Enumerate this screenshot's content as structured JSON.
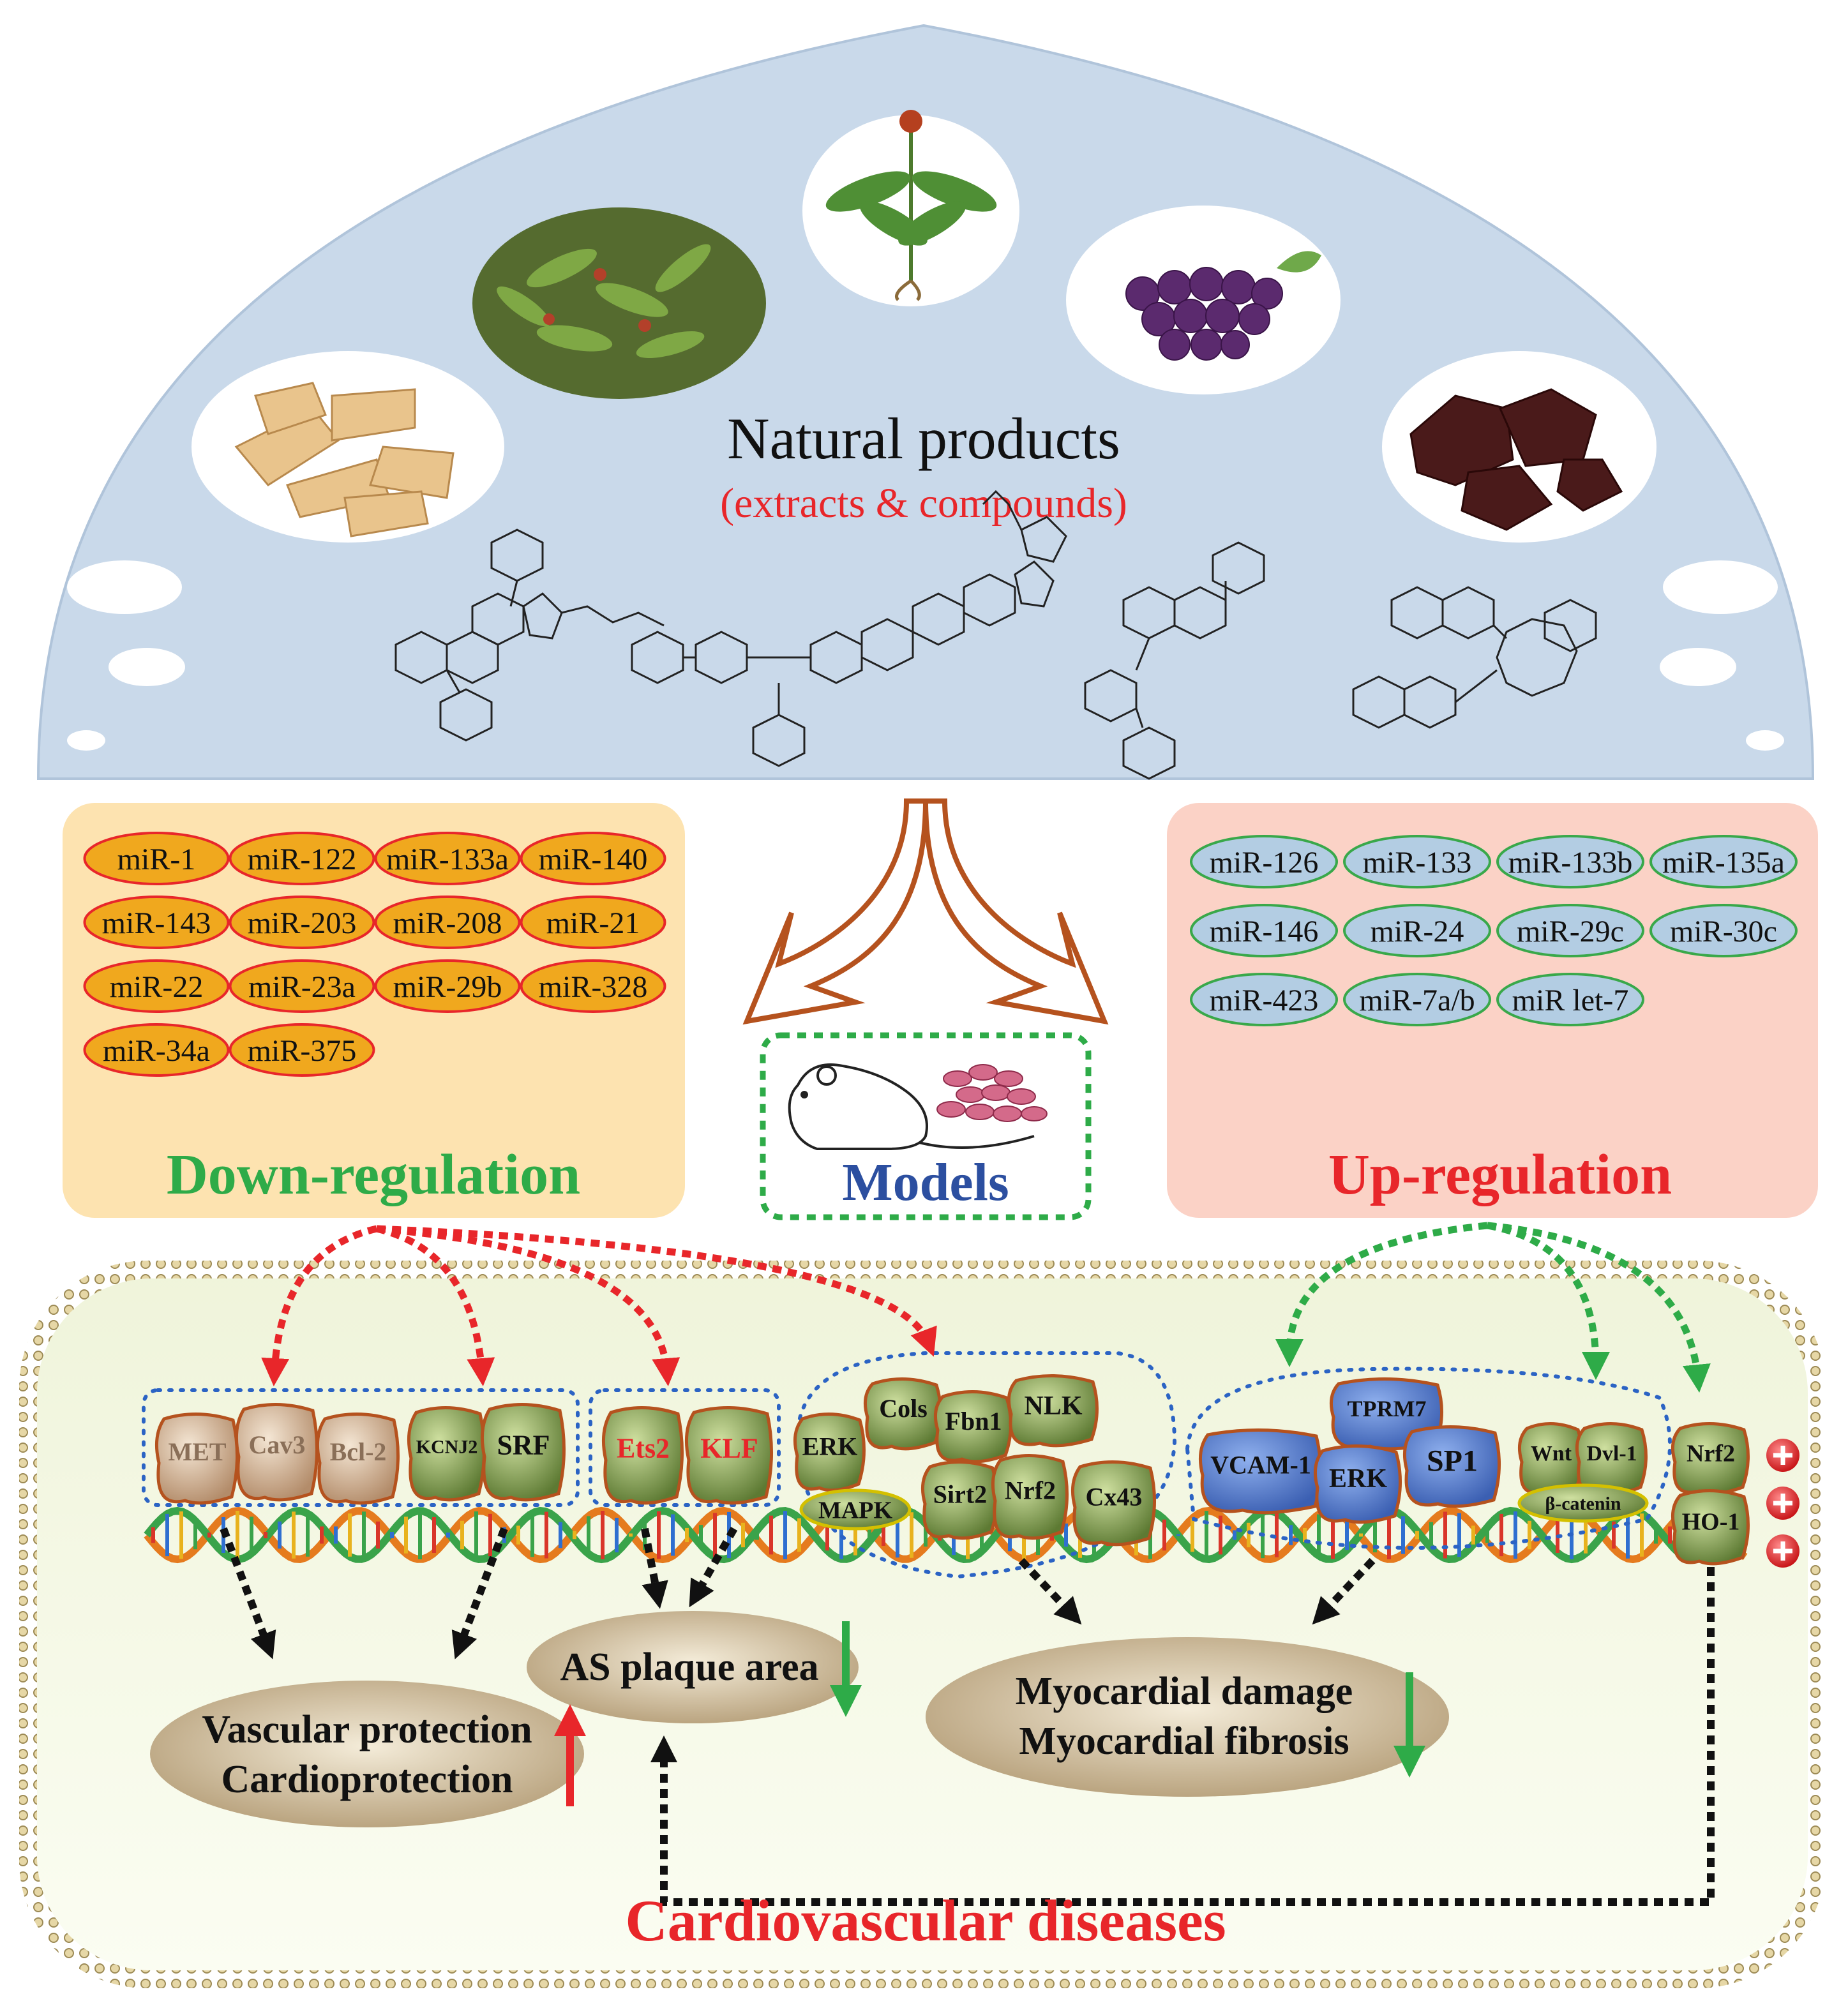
{
  "header": {
    "title": "Natural products",
    "subtitle": "(extracts & compounds)"
  },
  "down_regulation": {
    "label": "Down-regulation",
    "mirnas": [
      "miR-1",
      "miR-122",
      "miR-133a",
      "miR-140",
      "miR-143",
      "miR-203",
      "miR-208",
      "miR-21",
      "miR-22",
      "miR-23a",
      "miR-29b",
      "miR-328",
      "miR-34a",
      "miR-375"
    ]
  },
  "up_regulation": {
    "label": "Up-regulation",
    "mirnas": [
      "miR-126",
      "miR-133",
      "miR-133b",
      "miR-135a",
      "miR-146",
      "miR-24",
      "miR-29c",
      "miR-30c",
      "miR-423",
      "miR-7a/b",
      "miR let-7"
    ]
  },
  "models": {
    "label": "Models"
  },
  "targets": {
    "group1": [
      "MET",
      "Cav3",
      "Bcl-2",
      "KCNJ2",
      "SRF"
    ],
    "group2": [
      "Ets2",
      "KLF"
    ],
    "group3": [
      "ERK",
      "Cols",
      "Fbn1",
      "NLK",
      "MAPK",
      "Sirt2",
      "Nrf2",
      "Cx43"
    ],
    "group4": [
      "VCAM-1",
      "TPRM7",
      "ERK",
      "SP1"
    ],
    "group5": [
      "Wnt",
      "Dvl-1",
      "β-catenin"
    ],
    "group6": [
      "Nrf2",
      "HO-1"
    ]
  },
  "outcomes": {
    "vascular": [
      "Vascular protection",
      "Cardioprotection"
    ],
    "plaque": "AS plaque area",
    "myocardial": [
      "Myocardial damage",
      "Myocardial fibrosis"
    ]
  },
  "footer": {
    "title": "Cardiovascular diseases"
  },
  "colors": {
    "dome": "#c9d9ea",
    "down_bg": "#fde3b0",
    "up_bg": "#fbd2c6",
    "down_pill": "#f0a81e",
    "up_pill": "#b3cde3",
    "red": "#e8262a",
    "green": "#2eab48",
    "blue": "#2c4fa0",
    "protein_green": "#7e9a4e",
    "protein_blue": "#4d74c4",
    "protein_tan": "#c8a98a"
  }
}
